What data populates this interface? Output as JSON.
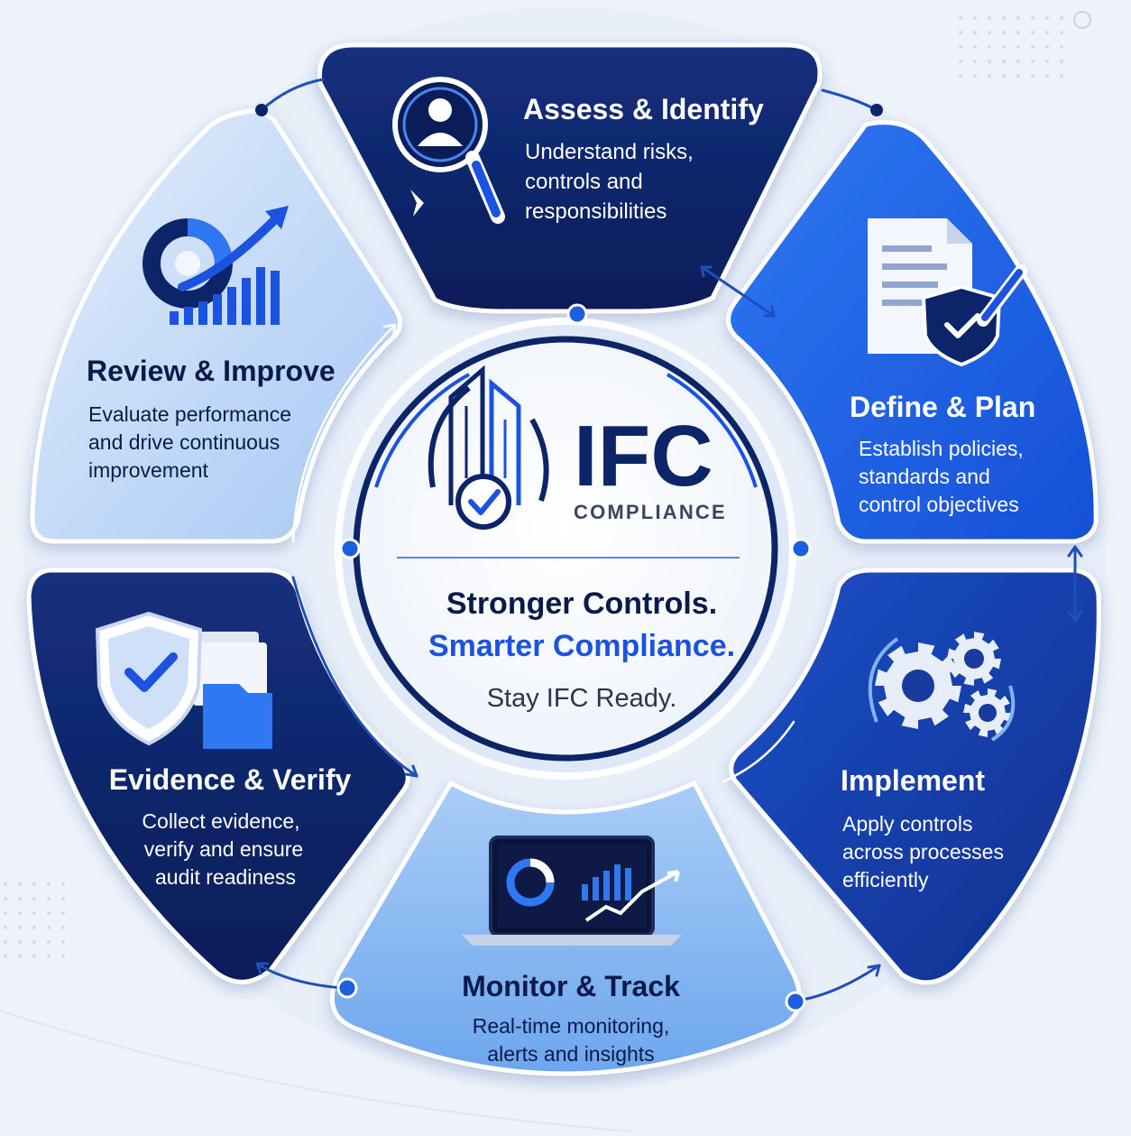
{
  "colors": {
    "background": "#eef2f9",
    "navy": "#0c2468",
    "royal": "#1d5fe6",
    "light_blue": "#bcd6f7",
    "sky_blue": "#7fb3f1",
    "accent": "#1b52e0",
    "text_dark": "#0a1a4a"
  },
  "center": {
    "brand": "IFC",
    "subbrand": "COMPLIANCE",
    "tagline1": "Stronger Controls.",
    "tagline2": "Smarter Compliance.",
    "tagline3": "Stay IFC Ready.",
    "logo_icon": "building-check-logo"
  },
  "segments": [
    {
      "id": "assess",
      "title": "Assess & Identify",
      "lines": [
        "Understand risks,",
        "controls and",
        "responsibilities"
      ],
      "icon": "magnifier-user-icon",
      "fill": "#0c2468"
    },
    {
      "id": "define",
      "title": "Define & Plan",
      "lines": [
        "Establish policies,",
        "standards and",
        "control objectives"
      ],
      "icon": "document-shield-pen-icon",
      "fill": "#1d5fe6"
    },
    {
      "id": "implement",
      "title": "Implement",
      "lines": [
        "Apply controls",
        "across processes",
        "efficiently"
      ],
      "icon": "gears-icon",
      "fill": "#1440b3"
    },
    {
      "id": "monitor",
      "title": "Monitor & Track",
      "lines": [
        "Real-time monitoring,",
        "alerts and insights"
      ],
      "icon": "laptop-dashboard-icon",
      "fill": "#7fb3f1"
    },
    {
      "id": "evidence",
      "title": "Evidence & Verify",
      "lines": [
        "Collect evidence,",
        "verify and ensure",
        "audit readiness"
      ],
      "icon": "shield-folder-icon",
      "fill": "#0c2468"
    },
    {
      "id": "review",
      "title": "Review & Improve",
      "lines": [
        "Evaluate performance",
        "and drive continuous",
        "improvement"
      ],
      "icon": "chart-growth-icon",
      "fill": "#bcd6f7"
    }
  ]
}
